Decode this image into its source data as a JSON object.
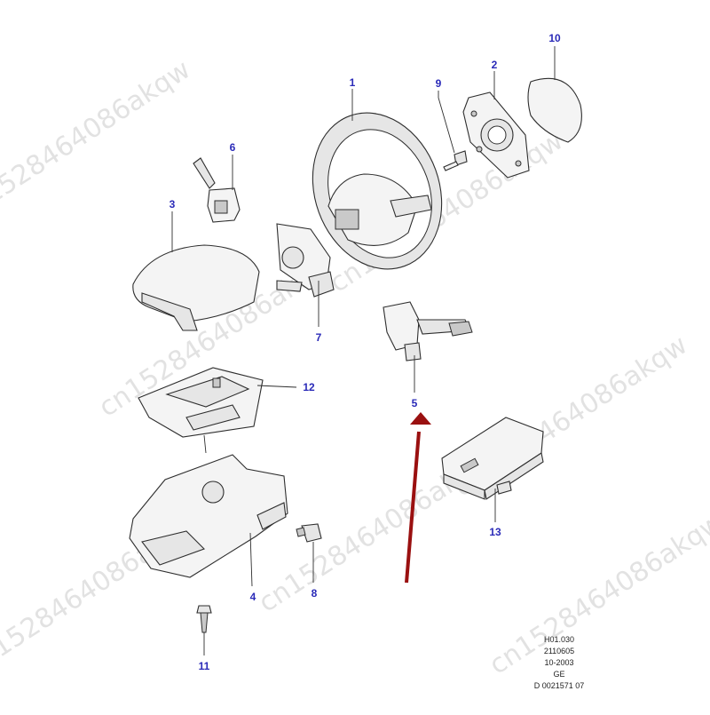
{
  "callouts": {
    "c1": "1",
    "c2": "2",
    "c3": "3",
    "c4": "4",
    "c5": "5",
    "c6": "6",
    "c7": "7",
    "c8": "8",
    "c9": "9",
    "c10": "10",
    "c11": "11",
    "c12": "12",
    "c13": "13"
  },
  "reference": {
    "line1": "H01.030",
    "line2": "2110605",
    "line3": "10-2003",
    "line4": "GE",
    "line5": "D 0021571 07"
  },
  "watermark": "cn1528464086akqw",
  "colors": {
    "callout_text": "#2a2ab8",
    "arrow": "#9a1010",
    "line_art": "#2e2e2e"
  }
}
